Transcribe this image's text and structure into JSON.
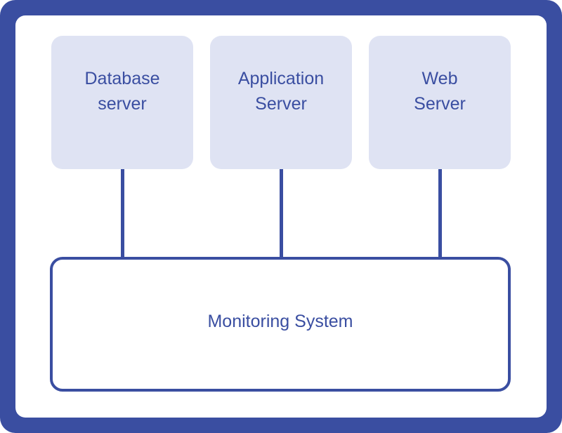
{
  "colors": {
    "frame": "#3a4ea1",
    "server_fill": "#dfe3f3",
    "text": "#3a4ea1",
    "background": "#ffffff"
  },
  "servers": [
    {
      "line1": "Database",
      "line2": "server"
    },
    {
      "line1": "Application",
      "line2": "Server"
    },
    {
      "line1": "Web",
      "line2": "Server"
    }
  ],
  "monitor": {
    "label": "Monitoring System"
  }
}
